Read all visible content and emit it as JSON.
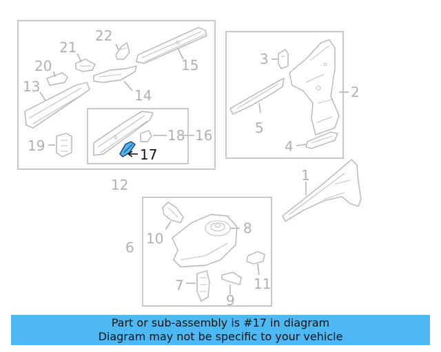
{
  "diagram": {
    "callouts": {
      "c1": "1",
      "c2": "2",
      "c3": "3",
      "c4": "4",
      "c5": "5",
      "c6": "6",
      "c7": "7",
      "c8": "8",
      "c9": "9",
      "c10": "10",
      "c11": "11",
      "c12": "12",
      "c13": "13",
      "c14": "14",
      "c15": "15",
      "c16": "16",
      "c17": "17",
      "c18": "18",
      "c19": "19",
      "c20": "20",
      "c21": "21",
      "c22": "22"
    },
    "highlight_color": "#4fb8f0"
  },
  "banner": {
    "line1": "Part or sub-assembly is #17 in diagram",
    "line2": "Diagram may not be specific to your vehicle",
    "background": "#4cb9f5"
  }
}
